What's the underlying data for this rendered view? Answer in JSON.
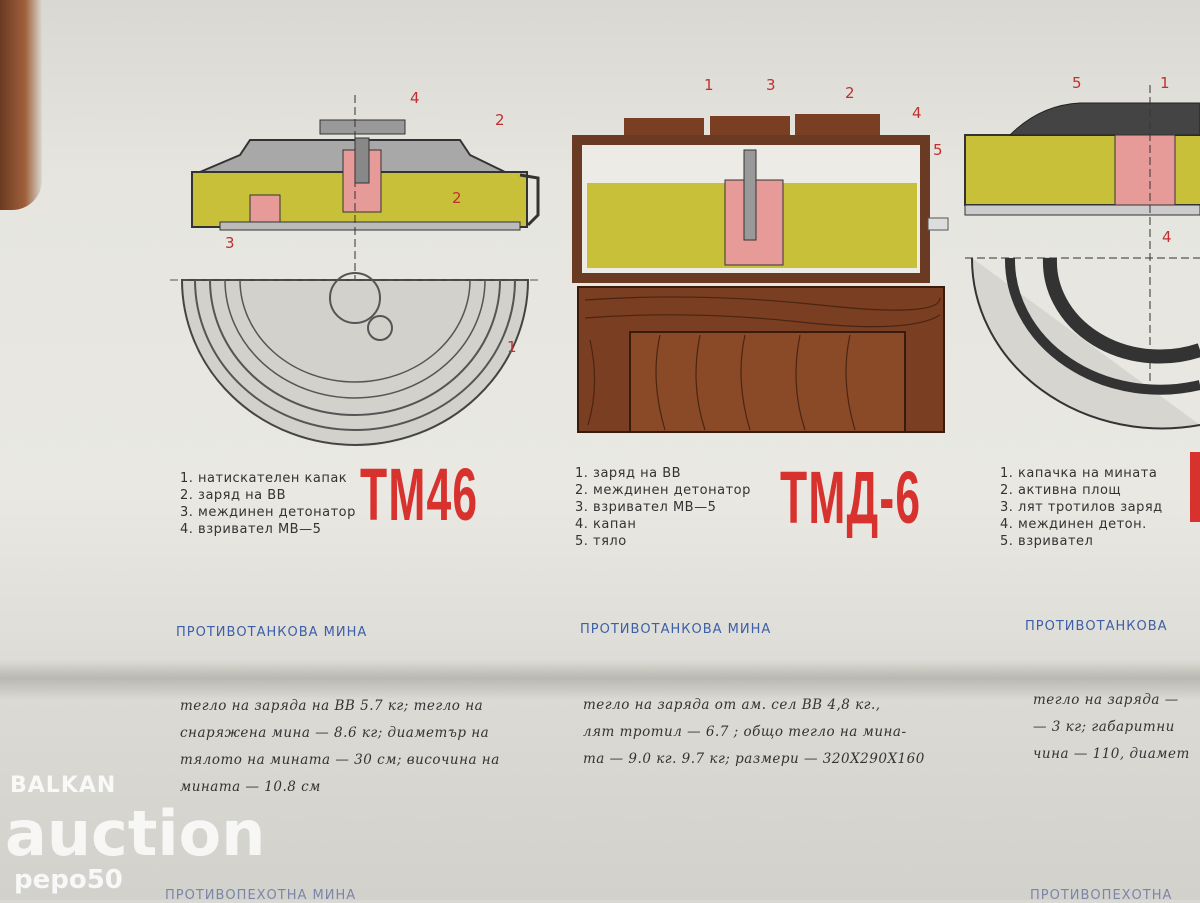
{
  "mines": [
    {
      "title": "ТМ46",
      "legend": [
        "1. натискателен капак",
        "2. заряд на ВВ",
        "3. междинен детонатор",
        "4. взривател МВ—5"
      ],
      "heading": "ПРОТИВОТАНКОВА МИНА",
      "description": [
        "тегло на заряда на ВВ 5.7 кг; тегло на",
        "снаряжена мина — 8.6 кг; диаметър на",
        "тялото на мината — 30 см; височина на",
        "мината — 10.8 см"
      ],
      "callouts": [
        "4",
        "2",
        "2",
        "3",
        "1"
      ]
    },
    {
      "title": "ТМД-6",
      "legend": [
        "1. заряд на ВВ",
        "2. междинен детонатор",
        "3. взривател МВ—5",
        "4. капан",
        "5. тяло"
      ],
      "heading": "ПРОТИВОТАНКОВА МИНА",
      "description": [
        "тегло на заряда от ам. сел ВВ   4,8 кг.,",
        "лят тротил — 6.7 ; общо тегло на мина-",
        "та — 9.0 кг. 9.7 кг; размери — 320Х290Х160"
      ],
      "callouts": [
        "1",
        "3",
        "2",
        "4",
        "5"
      ]
    },
    {
      "title": "",
      "legend": [
        "1. капачка на мината",
        "2. активна площ",
        "3. лят тротилов заряд",
        "4. междинен детон.",
        "5. взривател"
      ],
      "heading": "ПРОТИВОТАНКОВА",
      "description": [
        "тегло на заряда —",
        "— 3 кг; габаритни",
        "чина — 110, диамет"
      ],
      "callouts": [
        "5",
        "1",
        "4"
      ]
    }
  ],
  "bottom_cut": [
    "ПРОТИВОПЕХОТНА МИНА",
    "ПРОТИВОПЕХОТНА"
  ],
  "watermark": {
    "brand_top": "BALKAN",
    "brand_main": "auction",
    "seller": "pepo50"
  },
  "colors": {
    "explosive": "#c9c03a",
    "title_red": "#d8322f",
    "heading_blue": "#3d5fa8",
    "wood": "#7a3e22"
  }
}
